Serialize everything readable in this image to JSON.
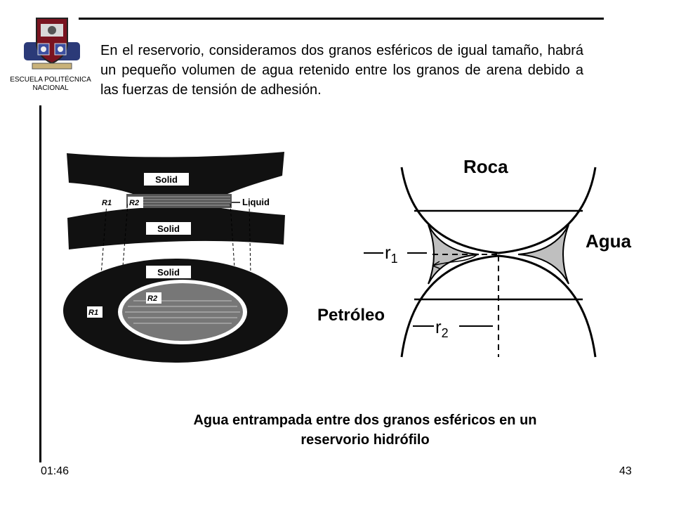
{
  "header": {
    "institution_caption_line1": "ESCUELA POLITÉCNICA",
    "institution_caption_line2": "NACIONAL"
  },
  "body": {
    "intro_text": "En el reservorio, consideramos dos granos esféricos de igual tamaño, habrá un pequeño volumen de agua retenido entre los granos de arena debido a las fuerzas de tensión de adhesión."
  },
  "figure_left": {
    "label_solid": "Solid",
    "label_liquid": "Liquid",
    "label_r1": "R1",
    "label_r2": "R2"
  },
  "figure_right": {
    "label_roca": "Roca",
    "label_agua": "Agua",
    "label_petroleo": "Petróleo",
    "label_r1": "r1",
    "label_r2": "r2",
    "color_water": "#bfbfbf"
  },
  "caption": {
    "line1": "Agua entrampada entre dos granos esféricos en un",
    "line2": "reservorio hidrófilo"
  },
  "footer": {
    "time": "01:46",
    "page_number": "43"
  }
}
